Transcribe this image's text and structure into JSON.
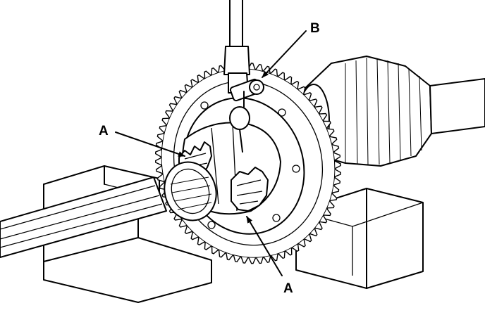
{
  "callouts": [
    {
      "id": "B",
      "label": "B"
    },
    {
      "id": "A-upper",
      "label": "A"
    },
    {
      "id": "A-lower",
      "label": "A"
    }
  ],
  "colors": {
    "ink": "#000000",
    "paper": "#ffffff"
  }
}
